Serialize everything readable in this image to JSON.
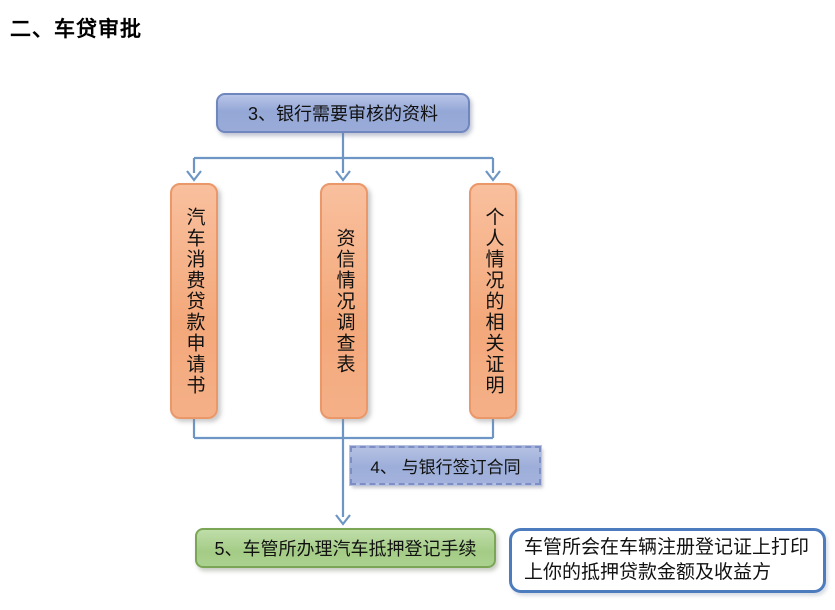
{
  "page": {
    "heading": "二、车贷审批"
  },
  "flowchart": {
    "step3": {
      "label": "3、银行需要审核的资料"
    },
    "documents": [
      {
        "label": "汽车消费贷款申请书"
      },
      {
        "label": "资信情况调查表"
      },
      {
        "label": "个人情况的相关证明"
      }
    ],
    "step4": {
      "label": "4、 与银行签订合同"
    },
    "step5": {
      "label": "5、车管所办理汽车抵押登记手续"
    },
    "note": {
      "text": "车管所会在车辆注册登记证上打印上你的抵押贷款金额及收益方"
    }
  },
  "colors": {
    "step3_fill": "#9aabd8",
    "step3_border": "#6f86be",
    "document_fill": "#f5b088",
    "document_border": "#ea9769",
    "step4_fill": "#a3b2dc",
    "step4_border": "#7c8ec4",
    "step5_fill": "#abd18f",
    "step5_border": "#7ba656",
    "note_border": "#4d7cbe",
    "connector": "#6d96c4",
    "text": "#000000"
  }
}
